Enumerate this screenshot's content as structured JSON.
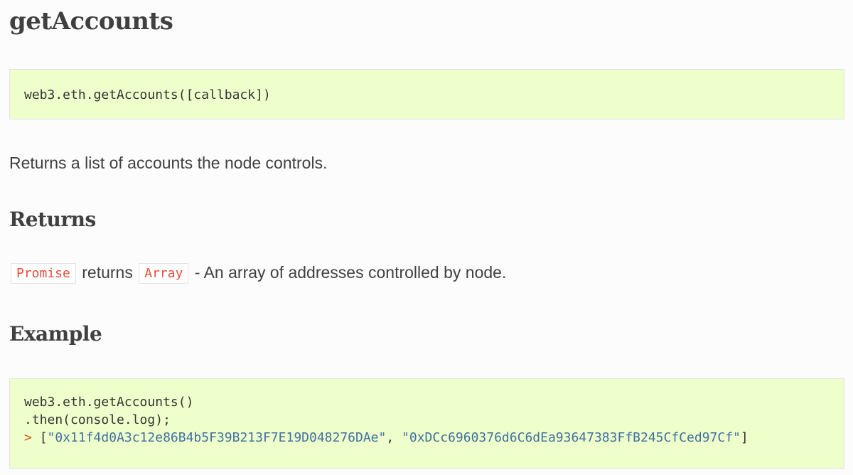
{
  "title": "getAccounts",
  "signature": "web3.eth.getAccounts([callback])",
  "description": "Returns a list of accounts the node controls.",
  "returns": {
    "heading": "Returns",
    "type1": "Promise",
    "connector": "returns",
    "type2": "Array",
    "text": "- An array of addresses controlled by node."
  },
  "example": {
    "heading": "Example",
    "line1": "web3.eth.getAccounts()",
    "line2": ".then(console.log);",
    "prompt": ">",
    "open_bracket": "[",
    "address1": "\"0x11f4d0A3c12e86B4b5F39B213F7E19D048276DAe\"",
    "separator": ",",
    "address2": "\"0xDCc6960376d6C6dEa93647383FfB245CfCed97Cf\"",
    "close_bracket": "]"
  }
}
